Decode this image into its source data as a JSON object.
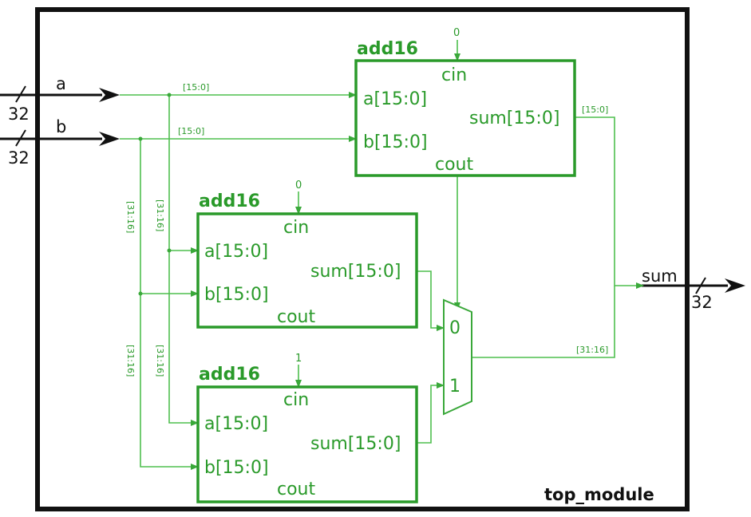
{
  "module_name": "top_module",
  "inputs": [
    {
      "name": "a",
      "width": "32"
    },
    {
      "name": "b",
      "width": "32"
    }
  ],
  "output": {
    "name": "sum",
    "width": "32"
  },
  "adders": [
    {
      "title": "add16",
      "cin_value": "0",
      "cin": "cin",
      "a": "a[15:0]",
      "b": "b[15:0]",
      "sum": "sum[15:0]",
      "cout": "cout"
    },
    {
      "title": "add16",
      "cin_value": "0",
      "cin": "cin",
      "a": "a[15:0]",
      "b": "b[15:0]",
      "sum": "sum[15:0]",
      "cout": "cout"
    },
    {
      "title": "add16",
      "cin_value": "1",
      "cin": "cin",
      "a": "a[15:0]",
      "b": "b[15:0]",
      "sum": "sum[15:0]",
      "cout": "cout"
    }
  ],
  "mux": {
    "in0": "0",
    "in1": "1"
  },
  "bus_labels": {
    "a_low": "[15:0]",
    "b_low": "[15:0]",
    "sum_low": "[15:0]",
    "a_high_1": "[31:16]",
    "b_high_1": "[31:16]",
    "a_high_2": "[31:16]",
    "b_high_2": "[31:16]",
    "sum_high": "[31:16]"
  }
}
